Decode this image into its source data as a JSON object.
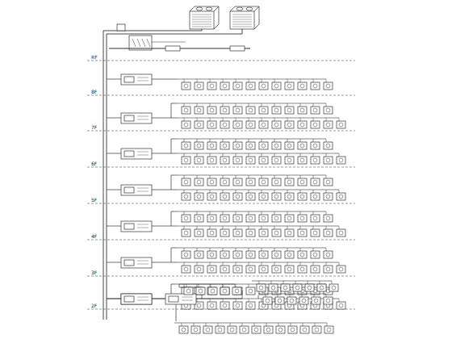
{
  "diagram": {
    "labels": [
      "RF",
      "8F",
      "7F",
      "6F",
      "5F",
      "4F",
      "3F",
      "2F"
    ]
  }
}
